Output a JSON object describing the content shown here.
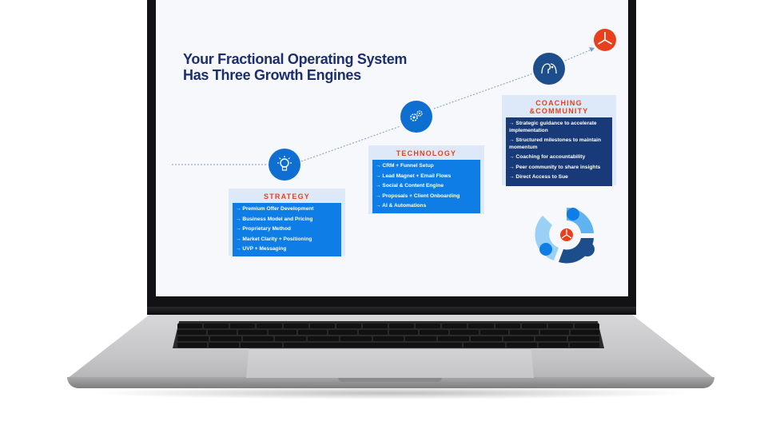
{
  "slide": {
    "title_line1": "Your Fractional Operating System",
    "title_line2": "Has Three Growth Engines"
  },
  "engines": [
    {
      "title": "STRATEGY",
      "icon": "lightbulb-icon",
      "items": [
        "→ Premium Offer Development",
        "→ Business Model and Pricing",
        "→ Proprietary Method",
        "→ Market Clarity + Positioning",
        "→ UVP + Messaging"
      ]
    },
    {
      "title": "TECHNOLOGY",
      "icon": "gears-icon",
      "items": [
        "→ CRM + Funnel Setup",
        "→ Lead Magnet + Email Flows",
        "→ Social &  Content Engine",
        "→ Proposals + Client Onboarding",
        "→ AI & Automations"
      ]
    },
    {
      "title_line1": "COACHING",
      "title_line2": "&COMMUNITY",
      "icon": "people-icon",
      "items": [
        "→ Strategic guidance to accelerate implementation",
        "→ Structured milestones to maintain momentum",
        "→ Coaching for  accountability",
        "→ Peer community to share insights",
        "→ Direct Access to Sue"
      ]
    }
  ],
  "colors": {
    "navy": "#1b2f6e",
    "blue": "#0e7ee6",
    "accent_red": "#e8401c",
    "card_bg": "#dde9f8"
  }
}
